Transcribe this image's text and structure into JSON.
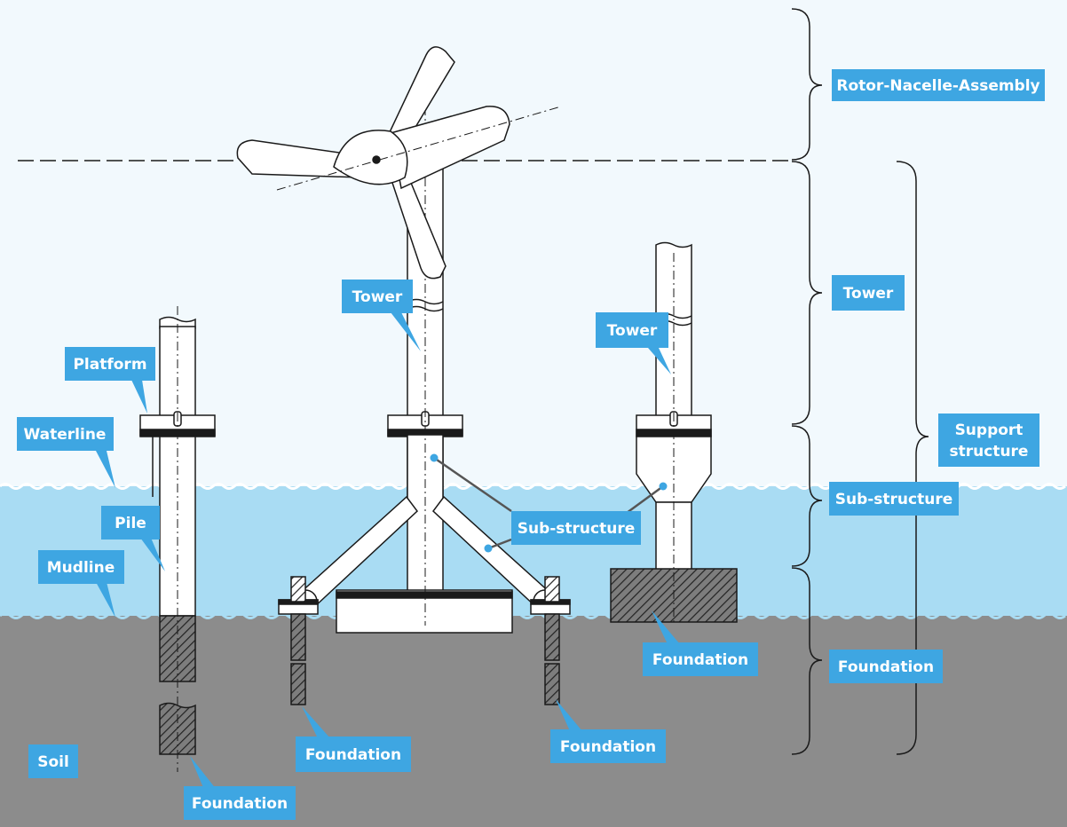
{
  "colors": {
    "sky": "#f2f9fd",
    "water": "#a9dcf3",
    "soil": "#8c8c8c",
    "label_bg": "#3ea6e2",
    "label_text": "#ffffff",
    "line": "#1a1a1a",
    "structure": "#ffffff"
  },
  "labels": {
    "rotor_nacelle_assembly": "Rotor-Nacelle-Assembly",
    "tower_right": "Tower",
    "support_structure_line1": "Support",
    "support_structure_line2": "structure",
    "sub_structure_right": "Sub-structure",
    "foundation_right": "Foundation",
    "tower_center": "Tower",
    "tower_third": "Tower",
    "platform": "Platform",
    "waterline": "Waterline",
    "pile": "Pile",
    "mudline": "Mudline",
    "soil": "Soil",
    "foundation_monopile": "Foundation",
    "foundation_tripod_left": "Foundation",
    "foundation_tripod_right": "Foundation",
    "foundation_gravity": "Foundation",
    "sub_structure_center": "Sub-structure"
  }
}
